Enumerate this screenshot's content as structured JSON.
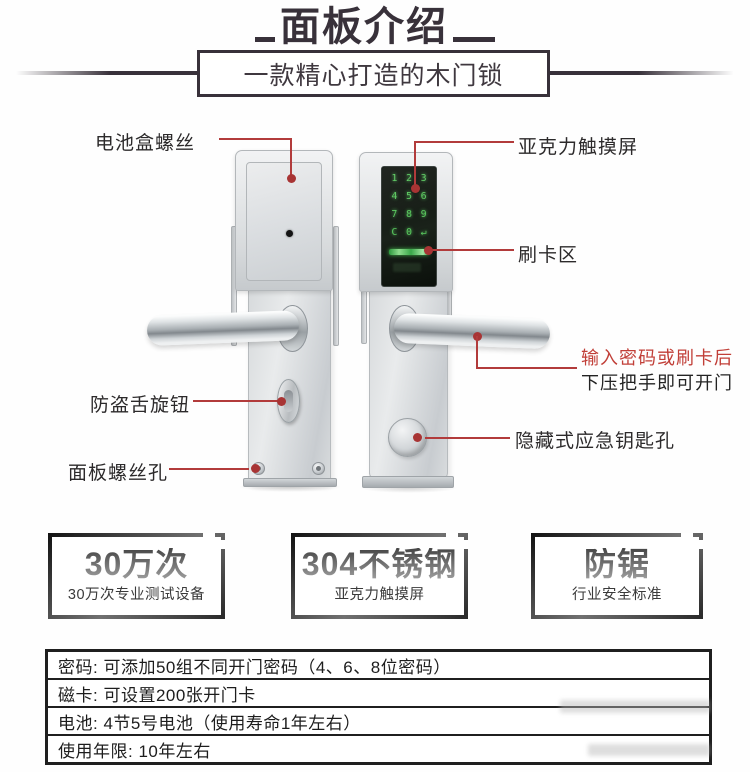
{
  "header": {
    "title": "面板介绍",
    "subtitle": "一款精心打造的木门锁"
  },
  "callouts": {
    "battery_screw": "电池盒螺丝",
    "acrylic_touchscreen": "亚克力触摸屏",
    "card_swipe_area": "刷卡区",
    "anti_theft_knob": "防盗舌旋钮",
    "panel_screw_hole": "面板螺丝孔",
    "hidden_keyhole": "隐藏式应急钥匙孔",
    "open_hint_red": "输入密码或刷卡后",
    "open_hint_black": "下压把手即可开门"
  },
  "keypad": {
    "rows": [
      [
        "1",
        "2",
        "3"
      ],
      [
        "4",
        "5",
        "6"
      ],
      [
        "7",
        "8",
        "9"
      ],
      [
        "C",
        "0",
        "↵"
      ]
    ]
  },
  "features": [
    {
      "title": "30万次",
      "subtitle": "30万次专业测试设备"
    },
    {
      "title": "304不锈钢",
      "subtitle": "亚克力触摸屏"
    },
    {
      "title": "防锯",
      "subtitle": "行业安全标准"
    }
  ],
  "specs": {
    "rows": [
      "密码: 可添加50组不同开门密码（4、6、8位密码）",
      "磁卡: 可设置200张开门卡",
      "电池: 4节5号电池（使用寿命1年左右）",
      "使用年限: 10年左右"
    ]
  },
  "colors": {
    "ink": "#38313a",
    "accent_red": "#b23b3b",
    "red_text": "#c13f38",
    "keypad_green": "#5ac95e",
    "silver_light": "#eceeef",
    "silver_dark": "#c3c7ca"
  }
}
